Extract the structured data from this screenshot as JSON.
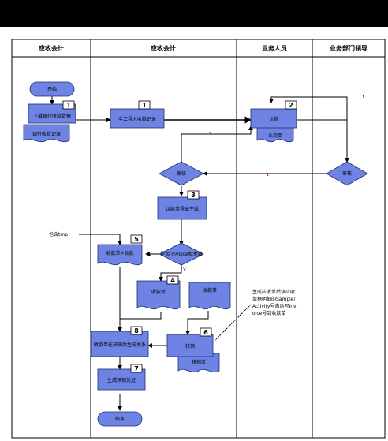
{
  "title_bar": {
    "text_left": "",
    "text_right": ""
  },
  "lanes": [
    "应收会计",
    "应收会计",
    "业务人员",
    "业务部门领导"
  ],
  "nodes": {
    "start": "开始",
    "step1_main": "下载银行收款数据",
    "step1_doc": "银行收款记录",
    "step1b": "手工导入收款记录",
    "step2_main": "认款",
    "step2_doc": "认款单",
    "review_lead": "审核",
    "review_acct": "审核",
    "step3": "认款单导出生成",
    "step5": "收款单+收款",
    "decision_invoice": "是否 Invoice相关数",
    "step4": "收款单",
    "receipt_doc": "收款单",
    "step6_main": "核销",
    "step6_doc": "核销单",
    "step8": "收款单在核销后生成关系",
    "step7": "生成核销凭证",
    "end": "结束",
    "include_tmp": "包含tmp",
    "annotation": "生成应收单后该应收单据明细的Sample/Activity号自动写Invoice号到收款单"
  },
  "badges": {
    "b1a": "1",
    "b1b": "1",
    "b2": "2",
    "b3": "3",
    "b4": "4",
    "b5": "5",
    "b6": "6",
    "b7": "7",
    "b8": "8"
  },
  "edge_labels": {
    "n": "N",
    "y": "Y"
  },
  "colors": {
    "fill": "#6d84e4",
    "stroke": "#1f2d6e",
    "frame": "#000000"
  }
}
